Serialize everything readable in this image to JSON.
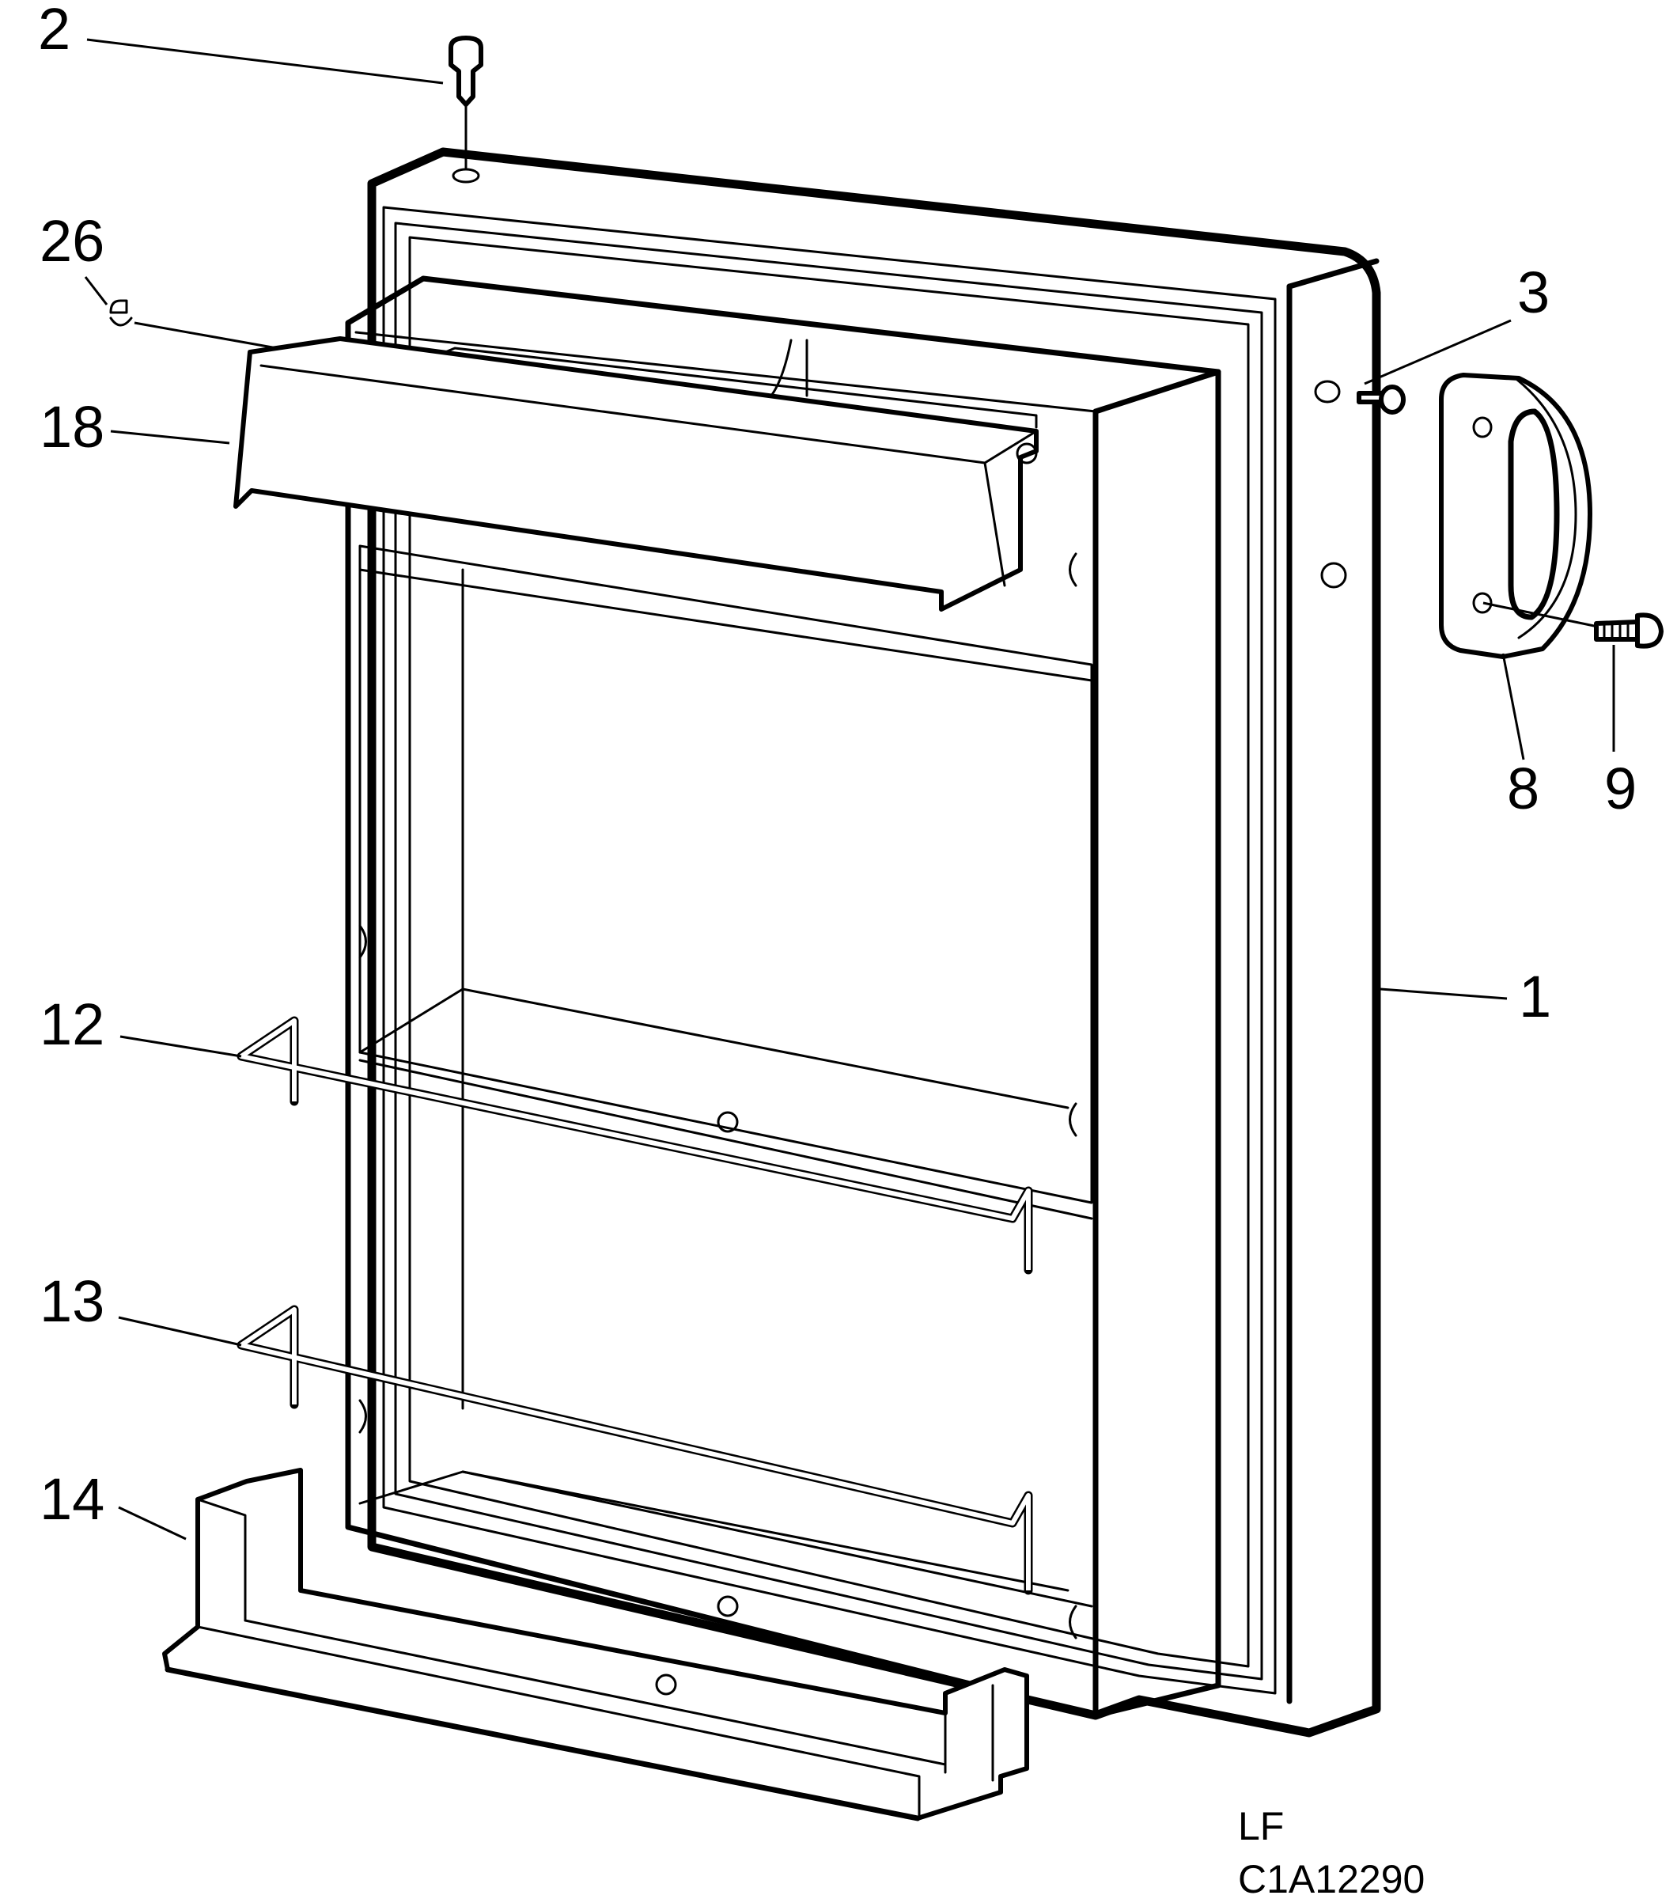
{
  "callouts": {
    "c2": "2",
    "c26": "26",
    "c18": "18",
    "c3": "3",
    "c8": "8",
    "c9": "9",
    "c1": "1",
    "c12": "12",
    "c13": "13",
    "c14": "14"
  },
  "corner_code": {
    "line1": "LF",
    "line2": "C1A12290"
  },
  "colors": {
    "line": "#000000",
    "background": "#ffffff"
  }
}
